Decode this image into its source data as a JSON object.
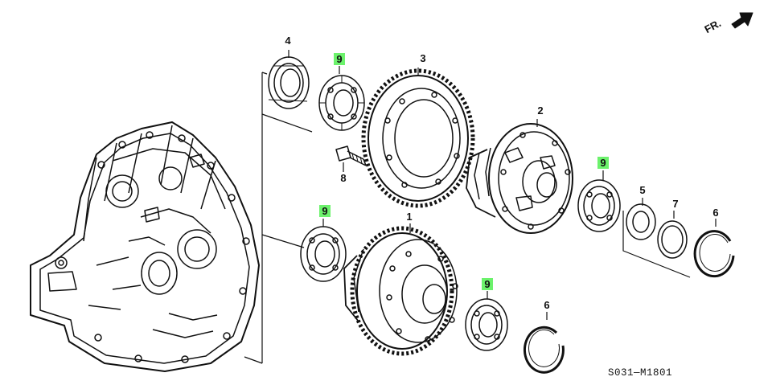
{
  "diagram": {
    "part_callouts": [
      {
        "id": "4",
        "label": "4",
        "highlighted": false
      },
      {
        "id": "9a",
        "label": "9",
        "highlighted": true
      },
      {
        "id": "3",
        "label": "3",
        "highlighted": false
      },
      {
        "id": "2",
        "label": "2",
        "highlighted": false
      },
      {
        "id": "8",
        "label": "8",
        "highlighted": false
      },
      {
        "id": "9b",
        "label": "9",
        "highlighted": true
      },
      {
        "id": "5",
        "label": "5",
        "highlighted": false
      },
      {
        "id": "7",
        "label": "7",
        "highlighted": false
      },
      {
        "id": "6a",
        "label": "6",
        "highlighted": false
      },
      {
        "id": "9c",
        "label": "9",
        "highlighted": true
      },
      {
        "id": "1",
        "label": "1",
        "highlighted": false
      },
      {
        "id": "9d",
        "label": "9",
        "highlighted": true
      },
      {
        "id": "6b",
        "label": "6",
        "highlighted": false
      }
    ],
    "direction_indicator": "FR.",
    "diagram_code": "S031—M1801",
    "highlight_color": "#6cf26c"
  }
}
